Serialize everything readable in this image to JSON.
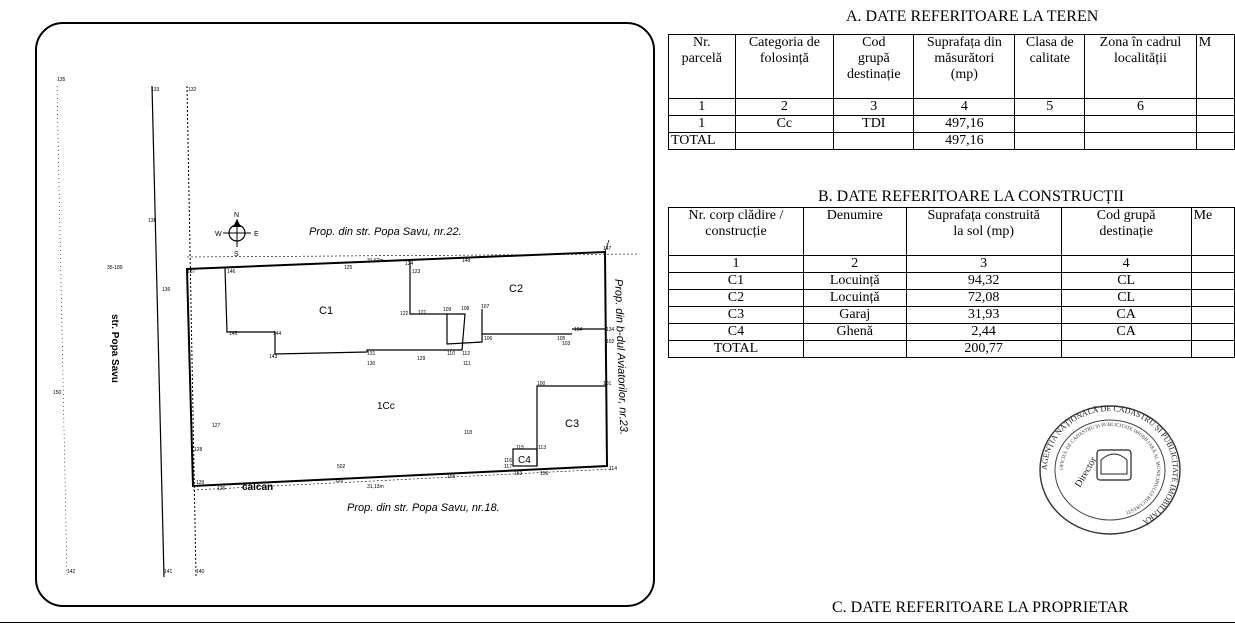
{
  "plan": {
    "labels": {
      "north": "N",
      "south": "S",
      "west": "W",
      "east": "E",
      "neighbor_top": "Prop. din str. Popa Savu, nr.22.",
      "neighbor_bottom": "Prop. din str. Popa Savu, nr.18.",
      "neighbor_right": "Prop. din b-dul Aviatorilor, nr.23.",
      "street_left": "str. Popa Savu",
      "calcan": "calcan",
      "c1": "C1",
      "c2": "C2",
      "c3": "C3",
      "c4": "C4",
      "parcel": "1Cc",
      "dim_top": "31,62m",
      "dim_bottom": "31,13m"
    },
    "points": [
      {
        "id": "p135",
        "t": "135"
      },
      {
        "id": "p133",
        "t": "133"
      },
      {
        "id": "p132",
        "t": "132"
      },
      {
        "id": "p138",
        "t": "138"
      },
      {
        "id": "p35_189",
        "t": "35-189"
      },
      {
        "id": "p136",
        "t": "136"
      },
      {
        "id": "p137",
        "t": "137"
      },
      {
        "id": "p146",
        "t": "146"
      },
      {
        "id": "p125",
        "t": "125"
      },
      {
        "id": "p124",
        "t": "124"
      },
      {
        "id": "p123",
        "t": "123"
      },
      {
        "id": "p148",
        "t": "148"
      },
      {
        "id": "p147",
        "t": "147"
      },
      {
        "id": "p122",
        "t": "122"
      },
      {
        "id": "p121",
        "t": "121"
      },
      {
        "id": "p109",
        "t": "109"
      },
      {
        "id": "p108",
        "t": "108"
      },
      {
        "id": "p107",
        "t": "107"
      },
      {
        "id": "p145",
        "t": "145"
      },
      {
        "id": "p144",
        "t": "144"
      },
      {
        "id": "p143",
        "t": "143"
      },
      {
        "id": "p131",
        "t": "131"
      },
      {
        "id": "p130",
        "t": "130"
      },
      {
        "id": "p129",
        "t": "129"
      },
      {
        "id": "p110",
        "t": "110"
      },
      {
        "id": "p112",
        "t": "112"
      },
      {
        "id": "p111",
        "t": "111"
      },
      {
        "id": "p106",
        "t": "106"
      },
      {
        "id": "p105",
        "t": "105"
      },
      {
        "id": "p104",
        "t": "104"
      },
      {
        "id": "p103",
        "t": "103"
      },
      {
        "id": "p134",
        "t": "134"
      },
      {
        "id": "p102",
        "t": "102"
      },
      {
        "id": "p101",
        "t": "101"
      },
      {
        "id": "p100",
        "t": "100"
      },
      {
        "id": "p127",
        "t": "127"
      },
      {
        "id": "p128",
        "t": "128"
      },
      {
        "id": "p118",
        "t": "118"
      },
      {
        "id": "p115",
        "t": "115"
      },
      {
        "id": "p113",
        "t": "113"
      },
      {
        "id": "p116",
        "t": "116"
      },
      {
        "id": "p117",
        "t": "117"
      },
      {
        "id": "p502",
        "t": "502"
      },
      {
        "id": "p139",
        "t": "139"
      },
      {
        "id": "p126",
        "t": "126"
      },
      {
        "id": "p120",
        "t": "120"
      },
      {
        "id": "p155",
        "t": "155"
      },
      {
        "id": "p153",
        "t": "153"
      },
      {
        "id": "p156",
        "t": "156"
      },
      {
        "id": "p114",
        "t": "114"
      },
      {
        "id": "p141",
        "t": "141"
      },
      {
        "id": "p140",
        "t": "140"
      },
      {
        "id": "p142",
        "t": "142"
      },
      {
        "id": "p150",
        "t": "150"
      }
    ]
  },
  "sectionA": {
    "title": "A. DATE REFERITOARE LA TEREN",
    "headers": [
      "Nr.\nparcelă",
      "Categoria de\nfolosință",
      "Cod\ngrupă\ndestinație",
      "Suprafața din\nmăsurători\n(mp)",
      "Clasa de\ncalitate",
      "Zona în cadrul\nlocalității",
      "M"
    ],
    "index_row": [
      "1",
      "2",
      "3",
      "4",
      "5",
      "6",
      ""
    ],
    "rows": [
      [
        "1",
        "Cc",
        "TDI",
        "497,16",
        "",
        "",
        ""
      ]
    ],
    "total": [
      "TOTAL",
      "",
      "",
      "497,16",
      "",
      "",
      ""
    ]
  },
  "sectionB": {
    "title": "B. DATE REFERITOARE LA CONSTRUCȚII",
    "headers": [
      "Nr. corp clădire /\nconstrucție",
      "Denumire",
      "Suprafața construită\nla sol (mp)",
      "Cod grupă\ndestinație",
      "Me"
    ],
    "index_row": [
      "1",
      "2",
      "3",
      "4",
      ""
    ],
    "rows": [
      [
        "C1",
        "Locuință",
        "94,32",
        "CL",
        ""
      ],
      [
        "C2",
        "Locuință",
        "72,08",
        "CL",
        ""
      ],
      [
        "C3",
        "Garaj",
        "31,93",
        "CA",
        ""
      ],
      [
        "C4",
        "Ghenă",
        "2,44",
        "CA",
        ""
      ]
    ],
    "total": [
      "TOTAL",
      "",
      "200,77",
      "",
      ""
    ]
  },
  "sectionC": {
    "title": "C. DATE REFERITOARE LA PROPRIETAR"
  },
  "stamp": {
    "outer_text": "AGENȚIA NAȚIONALĂ DE CADASTRU ȘI PUBLICITATE IMOBILIARĂ",
    "inner_text": "OFICIUL DE CADASTRU ȘI PUBLICITATE IMOBILIARĂ AL MUNICIPIULUI BUCUREȘTI",
    "center_text": "Director"
  },
  "colors": {
    "ink": "#000000",
    "grid": "#555555"
  }
}
